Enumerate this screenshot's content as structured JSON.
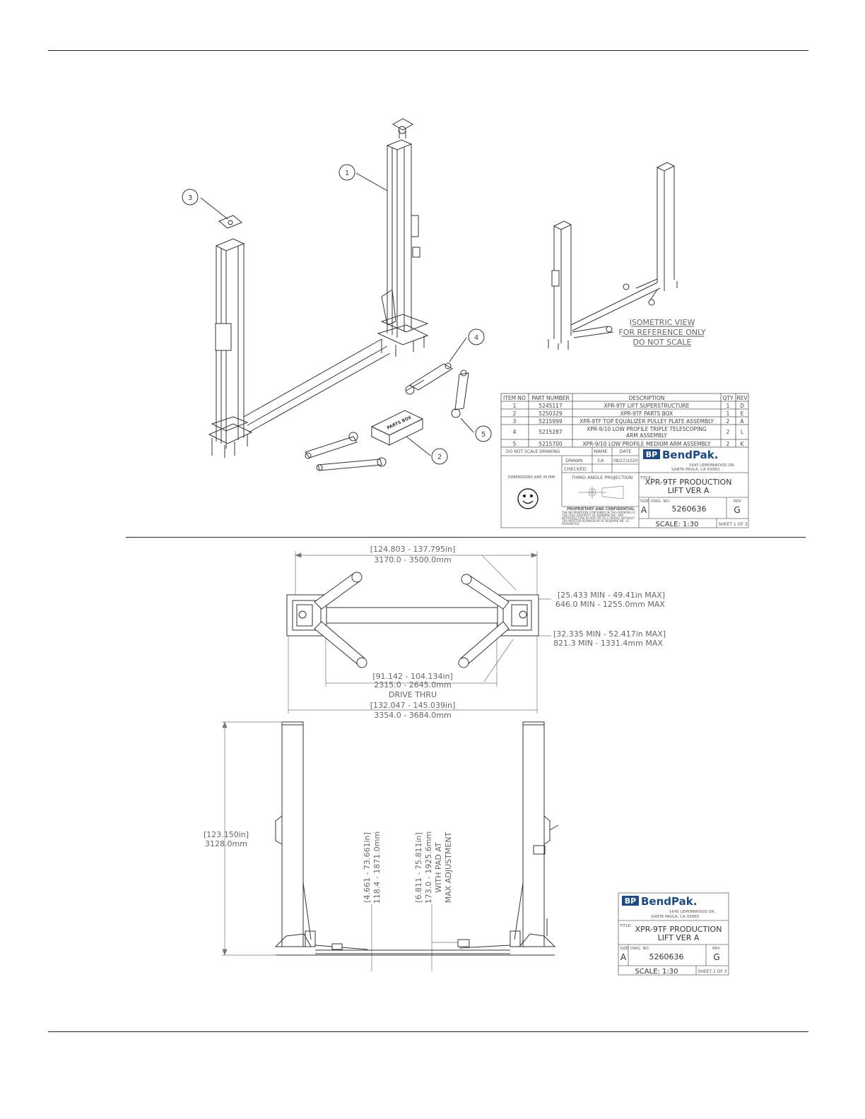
{
  "balloons": [
    "1",
    "2",
    "3",
    "4",
    "5"
  ],
  "iso_note": [
    "ISOMETRIC VIEW",
    "FOR REFERENCE ONLY",
    "DO NOT SCALE"
  ],
  "bom": {
    "headers": [
      "ITEM NO",
      "PART NUMBER",
      "DESCRIPTION",
      "QTY",
      "REV"
    ],
    "rows": [
      [
        "1",
        "5245117",
        "XPR-9TF LIFT SUPERSTRUCTURE",
        "1",
        "D"
      ],
      [
        "2",
        "5250329",
        "XPR-9TF PARTS BOX",
        "1",
        "E"
      ],
      [
        "3",
        "5215999",
        "XPR-9TF TOP EQUALIZER PULLEY PLATE ASSEMBLY",
        "2",
        "A"
      ],
      [
        "4",
        "5215287",
        "XPR-9/10 LOW PROFILE TRIPLE TELESCOPING",
        "2",
        "L"
      ],
      [
        "5",
        "5215700",
        "XPR-9/10 LOW PROFILE MEDIUM ARM ASSEMBLY",
        "2",
        "K"
      ]
    ],
    "row4_desc_line2": "ARM ASSEMBLY"
  },
  "title_block": {
    "do_not_scale": "DO NOT SCALE DRAWING",
    "name": "NAME",
    "date": "DATE",
    "drawn": "DRAWN",
    "drawn_by": "CA",
    "drawn_date": "08/27/2020",
    "checked": "CHECKED",
    "dims_mm": "DIMENSIONS ARE IN MM",
    "third_angle": "THIRD ANGLE PROJECTION",
    "proprietary_head": "PROPRIETARY AND CONFIDENTIAL",
    "proprietary_lines": [
      "THE INFORMATION CONTAINED IN THIS DRAWING IS",
      "THE SOLE PROPERTY OF BENDPAK INC. ANY",
      "REPRODUCTION IN PART OR AS A WHOLE WITHOUT",
      "THE WRITTEN PERMISSION OF BENDPAK INC. IS",
      "PROHIBITED."
    ],
    "logo_bp": "BP",
    "logo_text": "BendPak.",
    "address1": "1645 LEMONWOOD DR.",
    "address2": "SANTA PAULA, CA 93060",
    "title_label": "TITLE:",
    "title1": "XPR-9TF PRODUCTION",
    "title2": "LIFT VER A",
    "size_label": "SIZE",
    "size": "A",
    "dwg_label": "DWG. NO.",
    "dwg": "5260636",
    "rev_label": "REV",
    "rev": "G",
    "scale": "SCALE: 1:30",
    "sheet1": "SHEET 1 OF 3",
    "sheet2": "SHEET 2 OF 3"
  },
  "parts_box_label": "PARTS BOX",
  "dims": {
    "overall_in": "[124.803 - 137.795in]",
    "overall_mm": "3170.0 - 3500.0mm",
    "arm1_in": "[25.433 MIN - 49.41in MAX]",
    "arm1_mm": "646.0 MIN - 1255.0mm MAX",
    "arm2_in": "[32.335 MIN - 52.417in MAX]",
    "arm2_mm": "821.3 MIN - 1331.4mm MAX",
    "drive_in": "[91.142 - 104.134in]",
    "drive_mm": "2315.0 - 2645.0mm",
    "drive_label": "DRIVE THRU",
    "base_in": "[132.047 - 145.039in]",
    "base_mm": "3354.0 - 3684.0mm",
    "height_in": "[123.150in]",
    "height_mm": "3128.0mm",
    "pad_low_in": "[4.661 - 73.661in]",
    "pad_low_mm": "118.4 - 1871.0mm",
    "pad_max_in": "[6.811 - 75.811in]",
    "pad_max_mm": "173.0 - 1925.6mm",
    "pad_max_l3": "WITH PAD AT",
    "pad_max_l4": "MAX ADJUSTMENT"
  }
}
